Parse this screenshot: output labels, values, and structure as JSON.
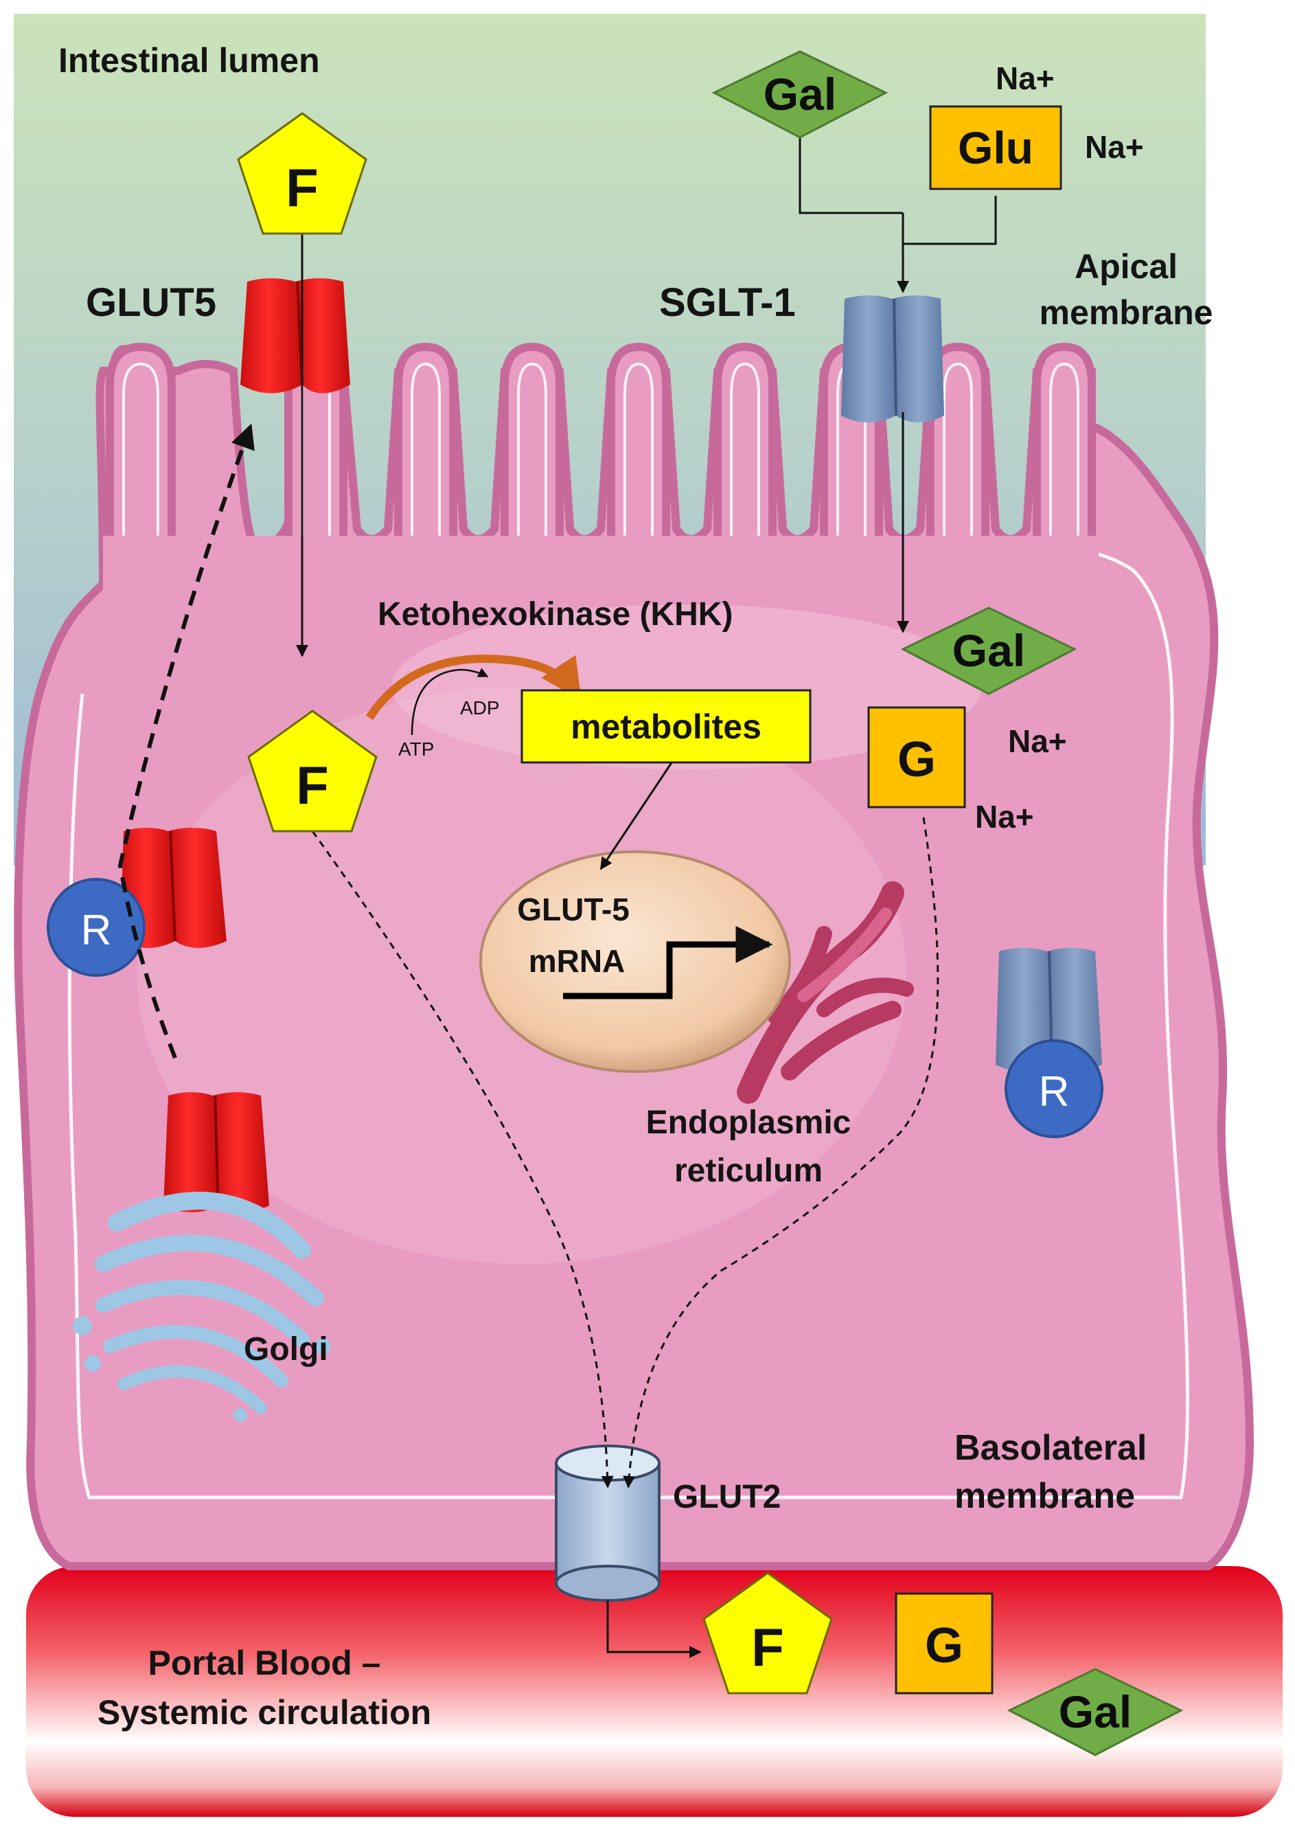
{
  "labels": {
    "intestinal_lumen": "Intestinal lumen",
    "glut5": "GLUT5",
    "sglt1": "SGLT-1",
    "apical_line1": "Apical",
    "apical_line2": "membrane",
    "khk": "Ketohexokinase (KHK)",
    "atp": "ATP",
    "adp": "ADP",
    "metabolites": "metabolites",
    "glut5_mrna_line1": "GLUT-5",
    "glut5_mrna_line2": "mRNA",
    "er_line1": "Endoplasmic",
    "er_line2": "reticulum",
    "golgi": "Golgi",
    "glut2": "GLUT2",
    "basolateral_line1": "Basolateral",
    "basolateral_line2": "membrane",
    "portal_line1": "Portal Blood –",
    "portal_line2": "Systemic circulation",
    "na_plus": "Na+",
    "receptor": "R"
  },
  "molecules": {
    "fructose": "F",
    "glucose_lumen": "Glu",
    "glucose": "G",
    "galactose": "Gal"
  },
  "colors": {
    "lumen_top": "#c7dfb8",
    "lumen_bottom": "#a9c3d6",
    "cell_fill": "#e89cc2",
    "cell_border": "#c76a9b",
    "cytoplasm_light": "#efb3d0",
    "transporter_red": "#ee1c1c",
    "sglt_blue": "#7b93b9",
    "receptor_blue": "#3d6bc4",
    "fructose_yellow": "#ffff00",
    "glucose_orange": "#ffc000",
    "galactose_green": "#70ad47",
    "blood_red": "#e8091a",
    "glut2_blue": "#b8c9e0",
    "nucleus": "#f6d3b4",
    "er_red": "#b73a62",
    "golgi_blue": "#9ec7e6",
    "khk_arrow": "#d2691e"
  }
}
